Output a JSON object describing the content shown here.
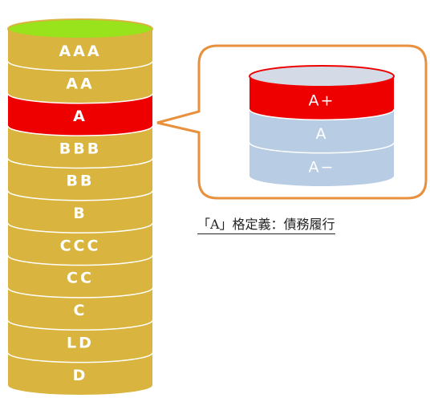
{
  "ratings": [
    "AAA",
    "AA",
    "A",
    "BBB",
    "BB",
    "B",
    "CCC",
    "CC",
    "C",
    "LD",
    "D"
  ],
  "highlighted_rating": "A",
  "sub_ratings": [
    "A+",
    "A",
    "A−"
  ],
  "caption": "「A」格定義：債務履行",
  "colors": {
    "tier_fill": "#d9b43e",
    "tier_line": "#ffffff",
    "highlight_fill": "#ee0000",
    "cylinder_top": "#99e31c",
    "callout_border": "#e8903c",
    "sub_top": "#d4dbe6",
    "sub_fill": "#b8cce4",
    "sub_highlight": "#ee0000"
  }
}
